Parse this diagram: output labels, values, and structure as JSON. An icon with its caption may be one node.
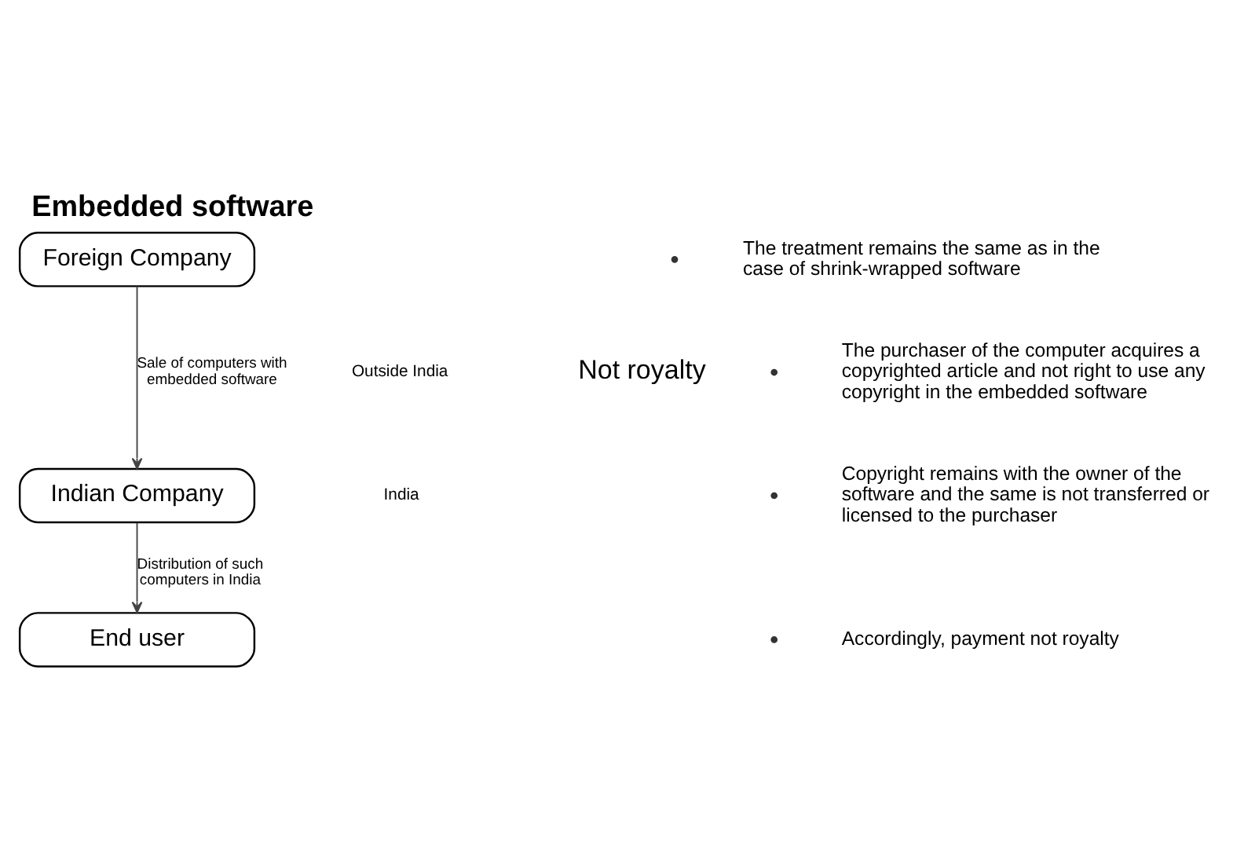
{
  "diagram": {
    "title": "Embedded software",
    "nodes": [
      {
        "text": [
          "Foreign Company"
        ]
      },
      {
        "text": [
          "Indian Company"
        ]
      },
      {
        "text": [
          "End user"
        ]
      }
    ],
    "edges": [
      {
        "from": 0,
        "to": 1,
        "arrow": "to",
        "label": "Sale of computers with embedded software"
      },
      {
        "from": 1,
        "to": 2,
        "arrow": "to",
        "label": "Distribution of such computers in India"
      }
    ],
    "labels": [
      "Outside India",
      "Not royalty",
      "India",
      "The treatment remains the same as in the case of shrink-wrapped software",
      "The purchaser of the computer acquires a copyrighted article and not right to use any copyright in the embedded software",
      "Copyright remains with the owner of the software and the same is not transferred or licensed to the purchaser",
      "Accordingly, payment not royalty"
    ]
  }
}
